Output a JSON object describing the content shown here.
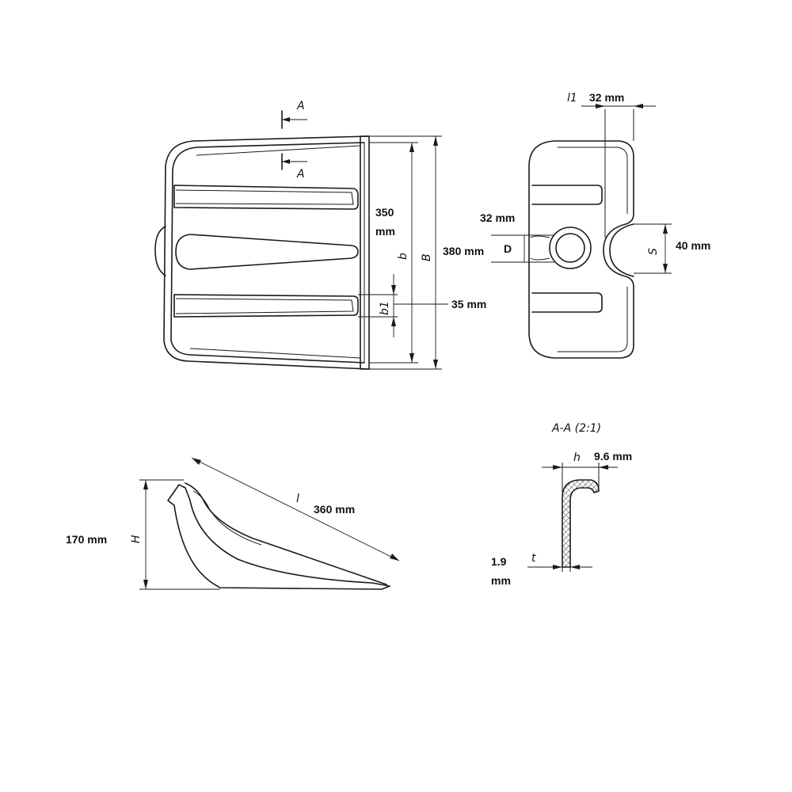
{
  "top_view": {
    "section_mark": "A",
    "section_mark_lower": "A",
    "dim_height_value": "350",
    "dim_height_unit": "mm",
    "sym_b": "b",
    "sym_B": "B",
    "sym_b1": "b1",
    "dim_b1_value": "35 mm"
  },
  "front_view": {
    "sym_l1": "l1",
    "dim_l1_value": "32 mm",
    "dim_hole_value": "32 mm",
    "dim_width_value": "380 mm",
    "sym_D": "D",
    "sym_S": "S",
    "dim_S_value": "40 mm"
  },
  "side_view": {
    "sym_l": "l",
    "dim_l_value": "360 mm",
    "sym_H": "H",
    "dim_H_value": "170 mm"
  },
  "section_view": {
    "title": "A-A (2:1)",
    "sym_h": "h",
    "dim_h_value": "9.6 mm",
    "sym_t": "t",
    "dim_t_value_line1": "1.9",
    "dim_t_value_line2": "mm"
  }
}
